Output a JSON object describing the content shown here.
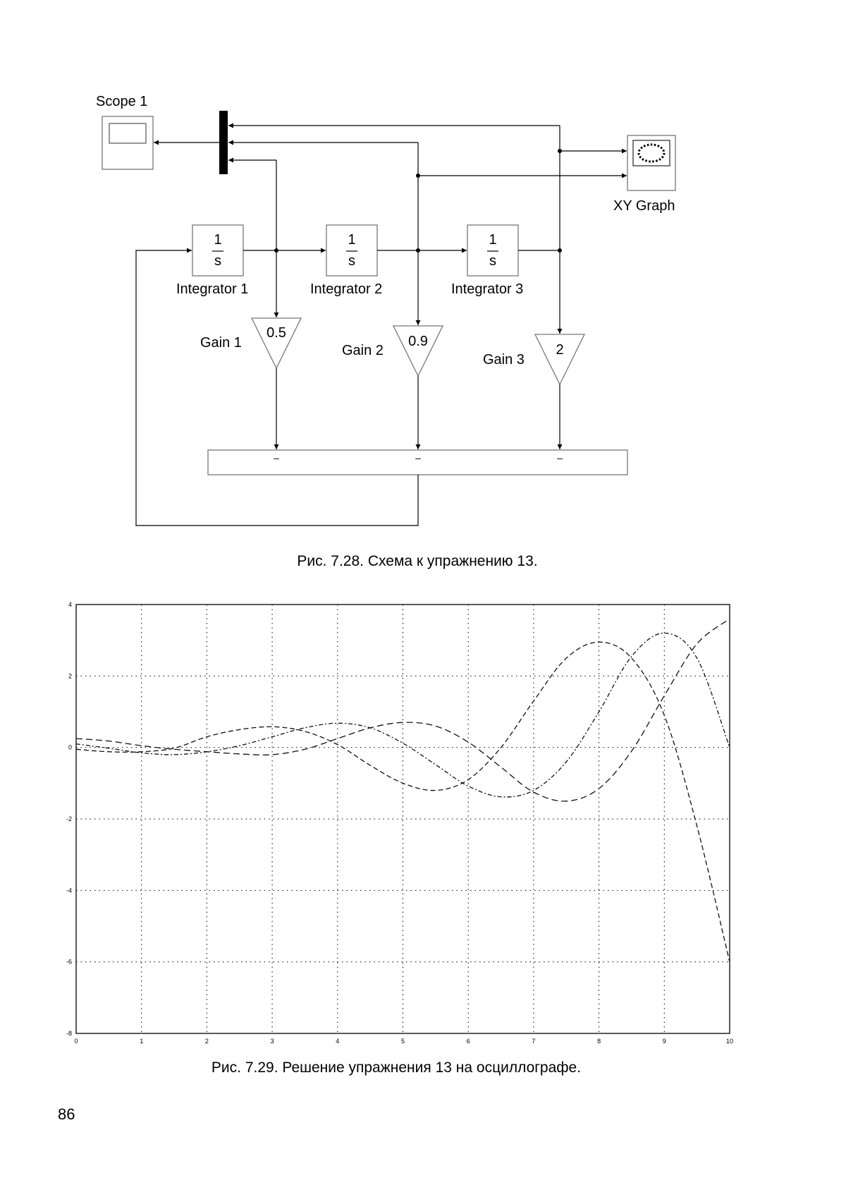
{
  "diagram": {
    "blocks": {
      "scope": {
        "label": "Scope 1",
        "icon": "scope-icon"
      },
      "xy_graph": {
        "label": "XY Graph",
        "icon": "xy-graph-icon"
      },
      "integrators": [
        {
          "label": "Integrator  1",
          "numerator": "1",
          "denominator": "s"
        },
        {
          "label": "Integrator  2",
          "numerator": "1",
          "denominator": "s"
        },
        {
          "label": "Integrator  3",
          "numerator": "1",
          "denominator": "s"
        }
      ],
      "gains": [
        {
          "label": "Gain 1",
          "value": "0.5"
        },
        {
          "label": "Gain 2",
          "value": "0.9"
        },
        {
          "label": "Gain 3",
          "value": "2"
        }
      ],
      "sum": {
        "signs": [
          "–",
          "–",
          "–"
        ]
      }
    }
  },
  "captions": {
    "figure1": "Рис. 7.28. Схема к упражнению 13.",
    "figure2": "Рис. 7.29. Решение упражнения 13 на осциллографе."
  },
  "chart_data": {
    "type": "line",
    "title": "",
    "xlabel": "",
    "ylabel": "",
    "xlim": [
      0,
      10
    ],
    "ylim": [
      -8,
      4
    ],
    "xticks": [
      "0",
      "1",
      "2",
      "3",
      "4",
      "5",
      "6",
      "7",
      "8",
      "9",
      "10"
    ],
    "yticks": [
      "4",
      "2",
      "0",
      "-2",
      "-4",
      "-6",
      "-8"
    ],
    "grid": true,
    "series": [
      {
        "x": [
          0,
          0.5,
          1,
          1.5,
          2,
          2.5,
          3,
          3.5,
          4,
          4.5,
          5,
          5.5,
          6,
          6.5,
          7,
          7.5,
          8,
          8.5,
          9,
          9.5,
          10
        ],
        "y": [
          -0.05,
          -0.12,
          -0.12,
          -0.02,
          0.3,
          0.5,
          0.58,
          0.45,
          0.08,
          -0.5,
          -1.0,
          -1.2,
          -0.9,
          0.0,
          1.3,
          2.5,
          2.95,
          2.5,
          0.9,
          -2.2,
          -6.0
        ]
      },
      {
        "x": [
          0,
          0.5,
          1,
          1.5,
          2,
          2.5,
          3,
          3.5,
          4,
          4.5,
          5,
          5.5,
          6,
          6.5,
          7,
          7.5,
          8,
          8.5,
          9,
          9.5,
          10
        ],
        "y": [
          0.1,
          -0.02,
          -0.15,
          -0.2,
          -0.12,
          0.05,
          0.3,
          0.55,
          0.68,
          0.55,
          0.12,
          -0.48,
          -1.08,
          -1.38,
          -1.2,
          -0.4,
          1.0,
          2.55,
          3.2,
          2.5,
          0.0
        ]
      },
      {
        "x": [
          0,
          0.5,
          1,
          1.5,
          2,
          2.5,
          3,
          3.5,
          4,
          4.5,
          5,
          5.5,
          6,
          6.5,
          7,
          7.5,
          8,
          8.5,
          9,
          9.5,
          10
        ],
        "y": [
          0.25,
          0.18,
          0.05,
          -0.05,
          -0.12,
          -0.18,
          -0.2,
          -0.05,
          0.25,
          0.55,
          0.7,
          0.6,
          0.15,
          -0.55,
          -1.25,
          -1.5,
          -1.15,
          -0.1,
          1.45,
          2.9,
          3.6
        ]
      }
    ]
  },
  "page": {
    "number": "86"
  }
}
